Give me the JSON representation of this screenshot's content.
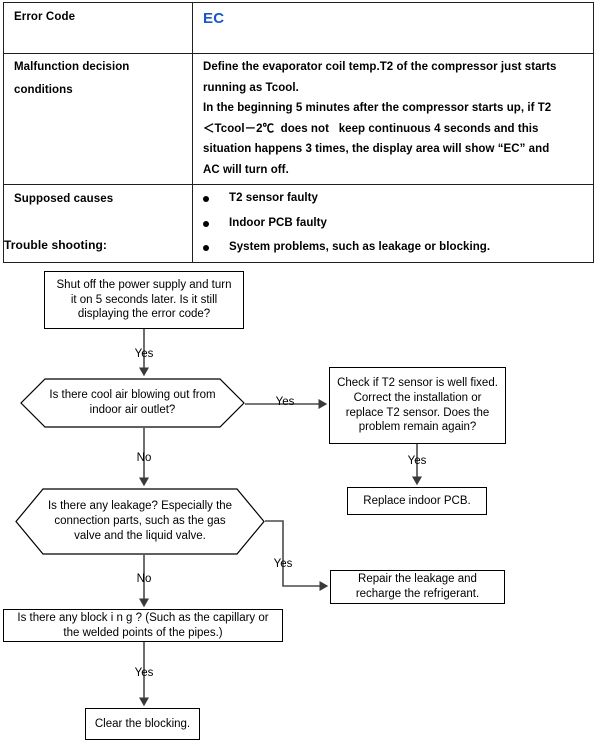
{
  "table": {
    "rows": [
      {
        "label": "Error Code",
        "value": "EC",
        "value_color": "#1757c8",
        "type": "code"
      },
      {
        "label_lines": [
          "Malfunction decision",
          "conditions"
        ],
        "type": "conditions",
        "condition_lines": [
          "Define the evaporator coil temp.T2 of the compressor just starts",
          "running as Tcool.",
          "In the beginning 5 minutes after the compressor starts up, if T2",
          "＜Tcool－2℃  does not   keep continuous 4 seconds and this",
          "situation happens 3 times, the display area will show “EC” and",
          "AC will turn off."
        ]
      },
      {
        "label": "Supposed causes",
        "type": "causes",
        "causes": [
          "T2 sensor faulty",
          "Indoor PCB faulty",
          "System problems, such as leakage or blocking."
        ]
      }
    ]
  },
  "trouble_shooting": {
    "heading": "Trouble shooting:",
    "nodes": {
      "start": "Shut off the power supply and turn it on 5 seconds later. Is it still displaying the error code?",
      "q_cool_air": "Is there cool air blowing out from indoor air outlet?",
      "check_t2": "Check if T2 sensor is well fixed. Correct the installation or replace T2 sensor. Does the problem remain again?",
      "replace_pcb": "Replace indoor PCB.",
      "q_leakage": "Is there any leakage? Especially the connection parts, such as the gas valve and the liquid valve.",
      "repair_leakage": "Repair the leakage and recharge the refrigerant.",
      "q_blocking": "Is there  any  block i n g ?  (Such  as  the capillary or the welded points of the pipes.)",
      "clear_blocking": "Clear the blocking."
    },
    "edge_labels": {
      "start_to_cool": "Yes",
      "cool_to_check": "Yes",
      "cool_to_leak": "No",
      "check_to_pcb": "Yes",
      "leak_to_repair": "Yes",
      "leak_to_block": "No",
      "block_to_clear": "Yes"
    }
  }
}
